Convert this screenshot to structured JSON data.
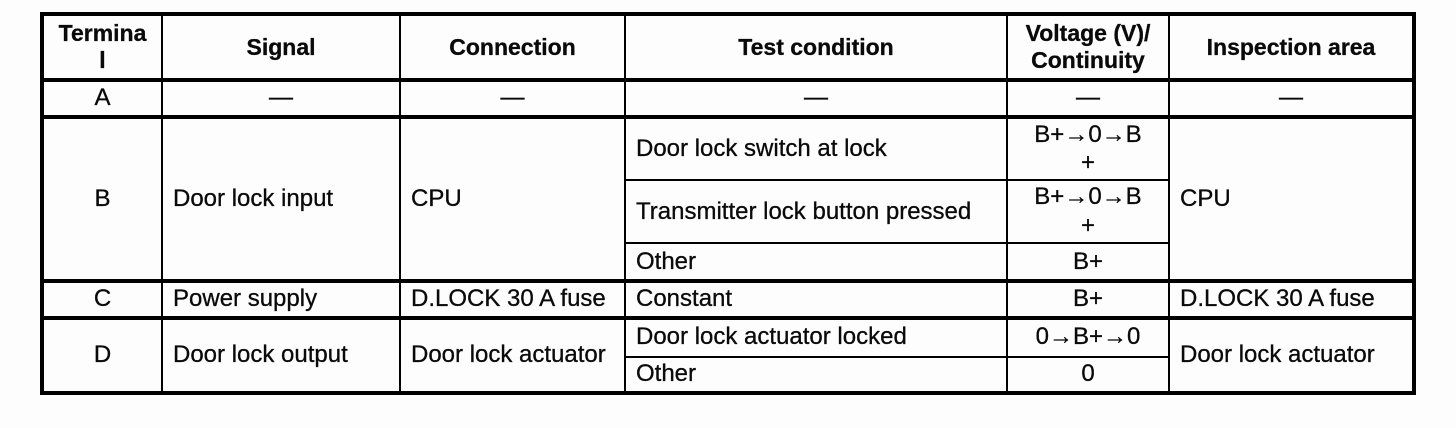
{
  "table": {
    "headers": {
      "terminal": "Termina\nl",
      "signal": "Signal",
      "connection": "Connection",
      "test_condition": "Test condition",
      "voltage": "Voltage (V)/\nContinuity",
      "inspection_area": "Inspection area"
    },
    "row_a": {
      "terminal": "A",
      "signal": "—",
      "connection": "—",
      "test_condition": "—",
      "voltage": "—",
      "inspection_area": "—"
    },
    "row_b": {
      "terminal": "B",
      "signal": "Door lock input",
      "connection": "CPU",
      "conditions": [
        {
          "test_condition": "Door lock switch at lock",
          "voltage": "B+→0→B\n+"
        },
        {
          "test_condition": "Transmitter lock button pressed",
          "voltage": "B+→0→B\n+"
        },
        {
          "test_condition": "Other",
          "voltage": "B+"
        }
      ],
      "inspection_area": "CPU"
    },
    "row_c": {
      "terminal": "C",
      "signal": "Power supply",
      "connection": "D.LOCK 30 A fuse",
      "test_condition": "Constant",
      "voltage": "B+",
      "inspection_area": "D.LOCK 30 A fuse"
    },
    "row_d": {
      "terminal": "D",
      "signal": "Door lock output",
      "connection": "Door lock actuator",
      "conditions": [
        {
          "test_condition": "Door lock actuator locked",
          "voltage": "0→B+→0"
        },
        {
          "test_condition": "Other",
          "voltage": "0"
        }
      ],
      "inspection_area": "Door lock actuator"
    }
  }
}
